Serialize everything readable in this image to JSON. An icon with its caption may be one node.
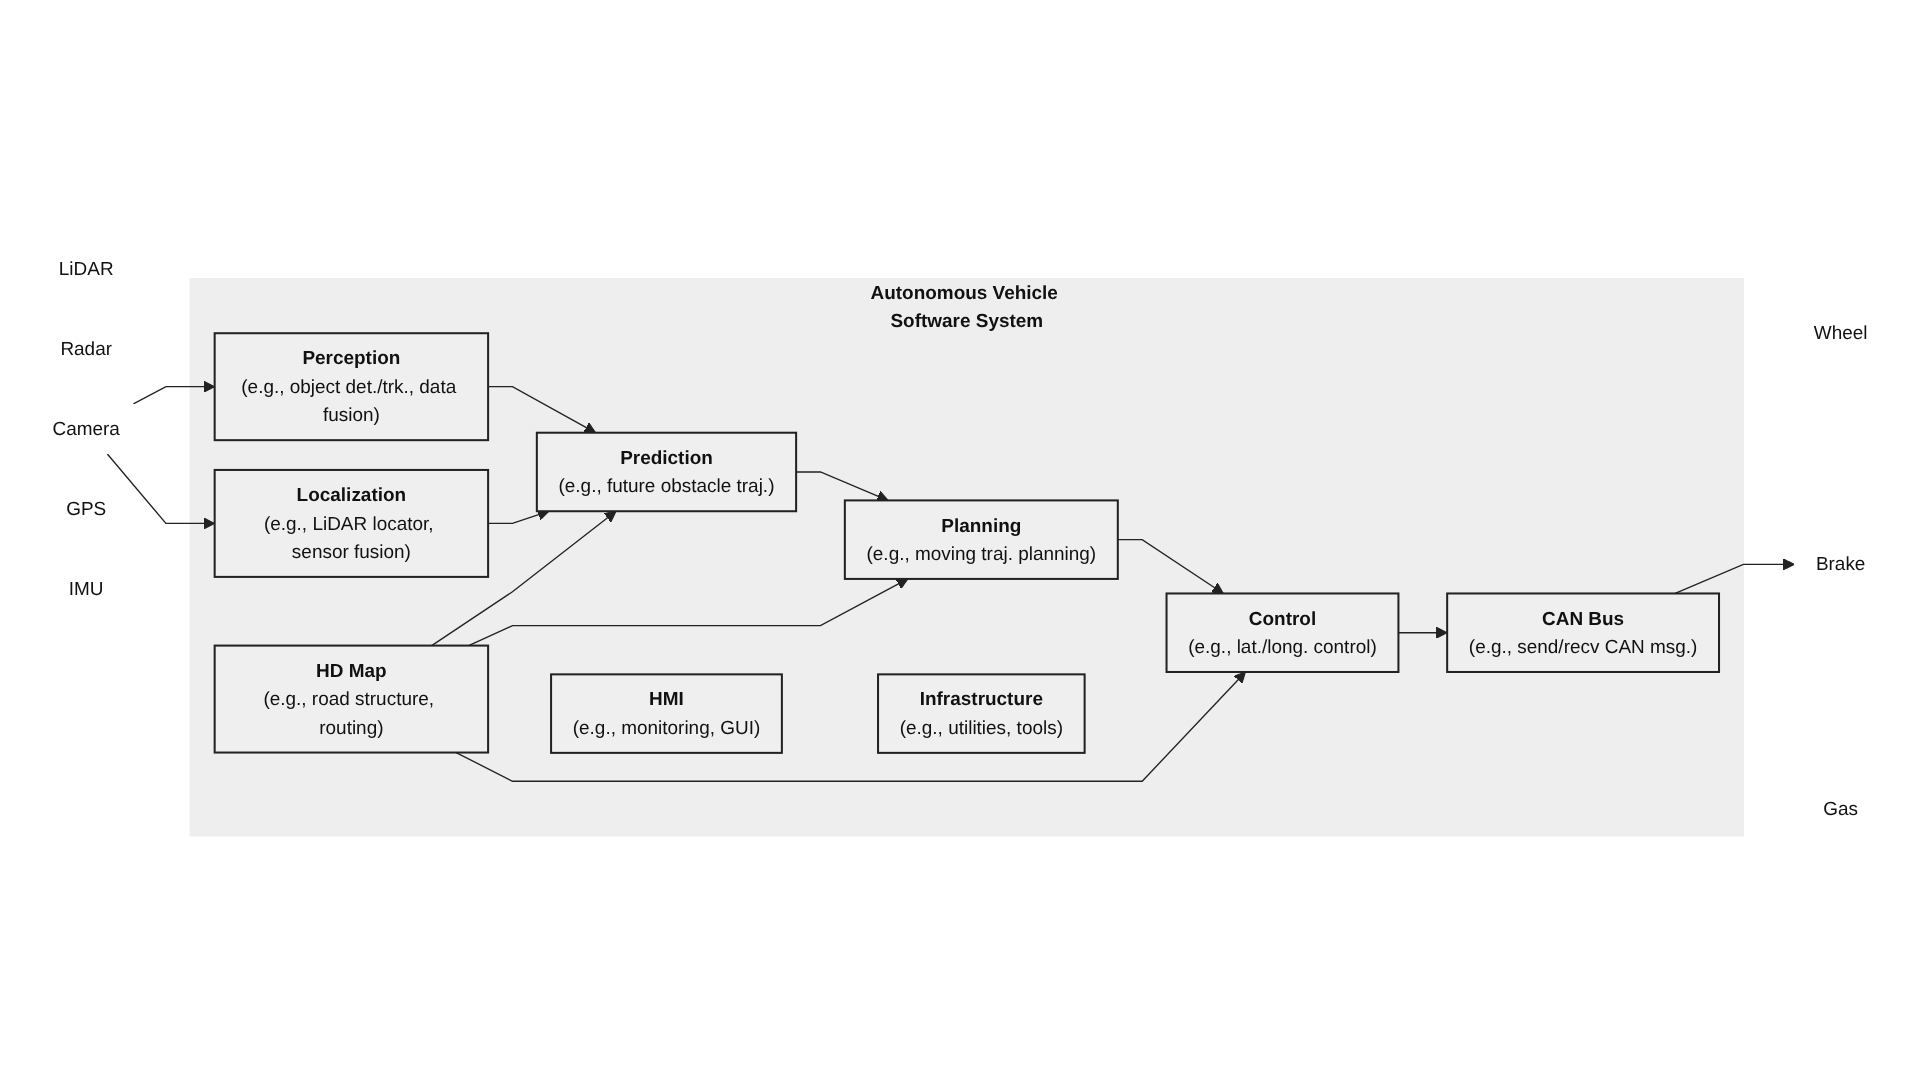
{
  "diagram": {
    "nodes": [
      {
        "text": [
          "LiDAR"
        ]
      },
      {
        "text": [
          "Radar"
        ]
      },
      {
        "text": [
          "Camera"
        ]
      },
      {
        "text": [
          "GPS"
        ]
      },
      {
        "text": [
          "IMU"
        ]
      },
      {
        "text": [
          "Autonomous Vehicle Software System"
        ]
      },
      {
        "text": [
          "Perception",
          "(e.g., object det./trk., data fusion)"
        ],
        "in": 5
      },
      {
        "text": [
          "Prediction",
          "(e.g., future obstacle traj.)"
        ],
        "in": 5
      },
      {
        "text": [
          "Planning",
          "(e.g., moving traj. planning)"
        ],
        "in": 5
      },
      {
        "text": [
          "Control",
          "(e.g., lat./long. control)"
        ],
        "in": 5
      },
      {
        "text": [
          "CAN Bus",
          "(e.g., send/recv CAN msg.)"
        ],
        "in": 5
      },
      {
        "text": [
          "Localization",
          "(e.g., LiDAR locator, sensor fusion)"
        ],
        "in": 5
      },
      {
        "text": [
          "HD Map",
          "(e.g., road structure, routing)"
        ],
        "in": 5
      },
      {
        "text": [
          "HMI",
          "(e.g., monitoring, GUI)"
        ],
        "in": 5
      },
      {
        "text": [
          "Infrastructure",
          "(e.g., utilities, tools)"
        ],
        "in": 5
      },
      {
        "text": [
          "Wheel"
        ]
      },
      {
        "text": [
          "Brake"
        ]
      },
      {
        "text": [
          "Gas"
        ]
      }
    ],
    "edges": [
      {
        "from": 2,
        "to": 6,
        "arrow": "to"
      },
      {
        "from": 2,
        "to": 11,
        "arrow": "to"
      },
      {
        "from": 6,
        "to": 7,
        "arrow": "to"
      },
      {
        "from": 11,
        "to": 7,
        "arrow": "to"
      },
      {
        "from": 7,
        "to": 8,
        "arrow": "to"
      },
      {
        "from": 8,
        "to": 9,
        "arrow": "to"
      },
      {
        "from": 9,
        "to": 10,
        "arrow": "to"
      },
      {
        "from": 10,
        "to": 16,
        "arrow": "to"
      },
      {
        "from": 12,
        "to": 7,
        "arrow": "to"
      },
      {
        "from": 12,
        "to": 8,
        "arrow": "to"
      },
      {
        "from": 12,
        "to": 9,
        "arrow": "to"
      }
    ]
  }
}
